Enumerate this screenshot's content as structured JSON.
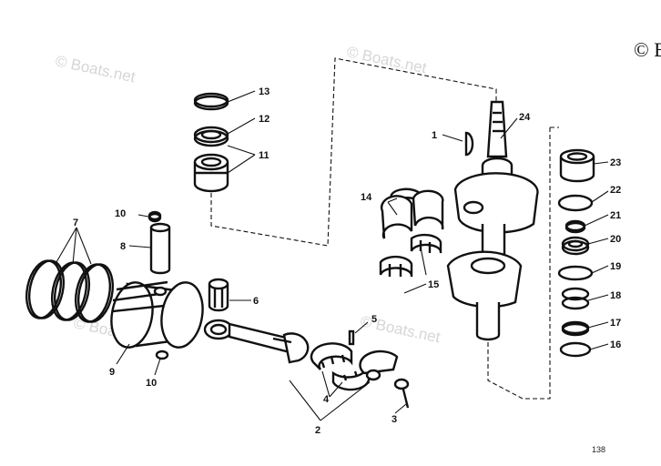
{
  "watermark": {
    "text": "© Boats.net"
  },
  "corner_mark": "© B",
  "page_number": "138",
  "callouts": {
    "c1": "1",
    "c2": "2",
    "c3": "3",
    "c4": "4",
    "c5": "5",
    "c6": "6",
    "c7": "7",
    "c8": "8",
    "c9": "9",
    "c10a": "10",
    "c10b": "10",
    "c11": "11",
    "c12": "12",
    "c13": "13",
    "c14": "14",
    "c15": "15",
    "c16": "16",
    "c17": "17",
    "c18": "18",
    "c19": "19",
    "c20": "20",
    "c21": "21",
    "c22": "22",
    "c23": "23",
    "c24": "24"
  }
}
